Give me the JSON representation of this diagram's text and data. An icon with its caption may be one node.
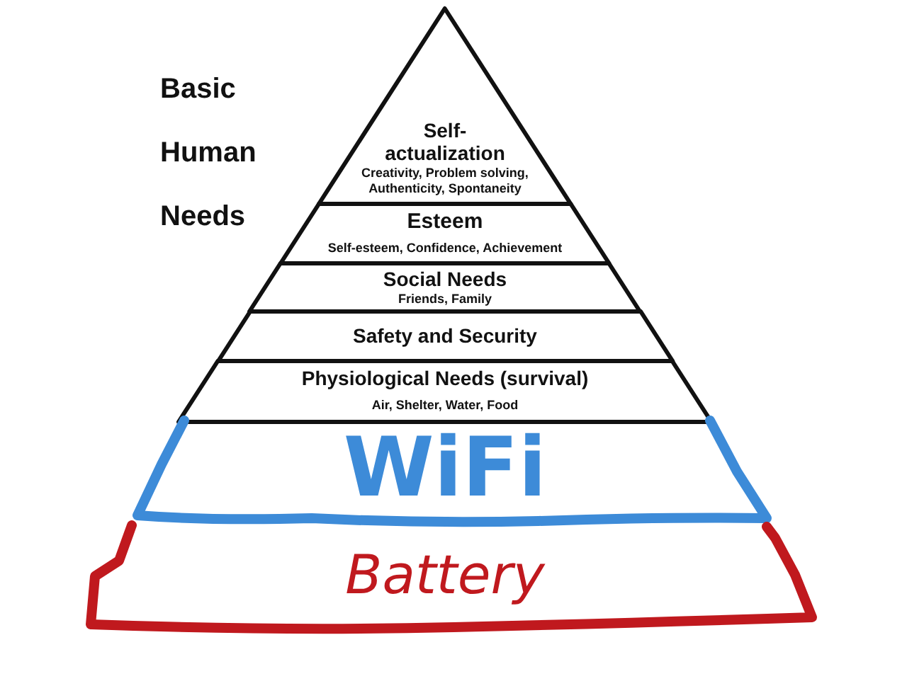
{
  "diagram": {
    "title": "Basic Human Needs",
    "nodes": [
      {
        "text": [
          "Self-actualization",
          "Creativity, Problem solving, Authenticity, Spontaneity"
        ]
      },
      {
        "text": [
          "Esteem",
          "Self-esteem, Confidence, Achievement"
        ]
      },
      {
        "text": [
          "Social Needs",
          "Friends, Family"
        ]
      },
      {
        "text": [
          "Safety and Security"
        ]
      },
      {
        "text": [
          "Physiological Needs (survival)",
          "Air, Shelter, Water, Food"
        ]
      },
      {
        "text": [
          "WiFi"
        ]
      },
      {
        "text": [
          "Battery"
        ]
      }
    ]
  }
}
